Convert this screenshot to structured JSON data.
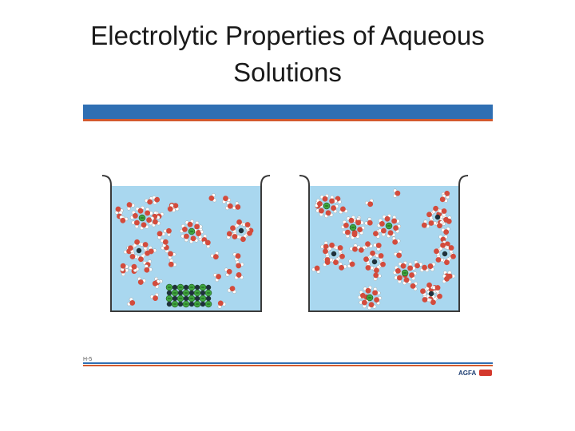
{
  "slide": {
    "title_line1": "Electrolytic Properties of Aqueous",
    "title_line2": "Solutions"
  },
  "figure": {
    "caption": "H-5",
    "logo_text": "AGFA",
    "colors": {
      "header_band": "#2f6fb3",
      "header_rule": "#d45a2e",
      "solution": "#a9d7ef",
      "beaker_outline": "#3a3a3a",
      "water_oxygen": "#d34b3c",
      "water_hydrogen": "#ffffff",
      "anion": "#3fa63f",
      "cation": "#1f2f3f",
      "footer_rule_blue": "#2f6fb3",
      "footer_rule_orange": "#d45a2e",
      "logo": "#1f3f73",
      "logo_badge": "#d4382c"
    }
  }
}
